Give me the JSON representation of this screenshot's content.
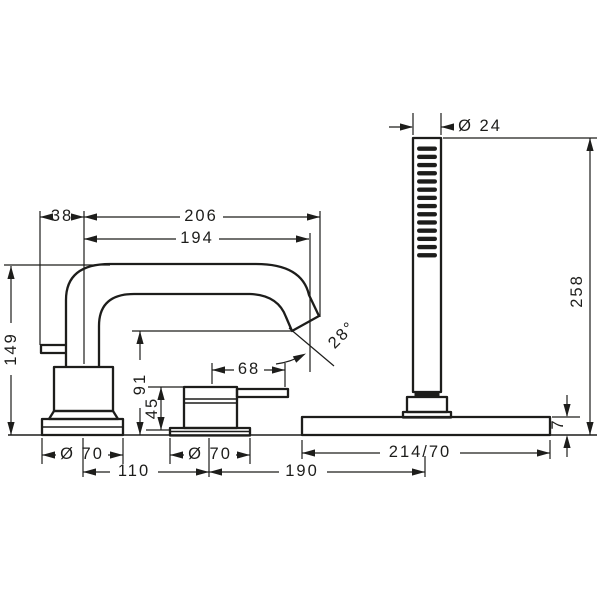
{
  "drawing": {
    "type": "technical-dimension-drawing",
    "subject": "3-hole deck-mounted bath mixer with hand shower",
    "colors": {
      "line": "#1d1d1b",
      "background": "#ffffff"
    },
    "dims": {
      "spout_offset": "38",
      "spout_reach_total": "206",
      "spout_reach": "194",
      "spout_height": "149",
      "outlet_height": "91",
      "handle_height": "45",
      "lever_length": "68",
      "spout_angle": "28°",
      "escutcheon_spout": "Ø 70",
      "escutcheon_handle": "Ø 70",
      "center_distance_spout_handle": "110",
      "center_distance_handle_shower": "190",
      "handshower_diameter": "Ø 24",
      "handshower_height": "258",
      "plate_size": "214/70",
      "plate_thickness": "7"
    }
  }
}
